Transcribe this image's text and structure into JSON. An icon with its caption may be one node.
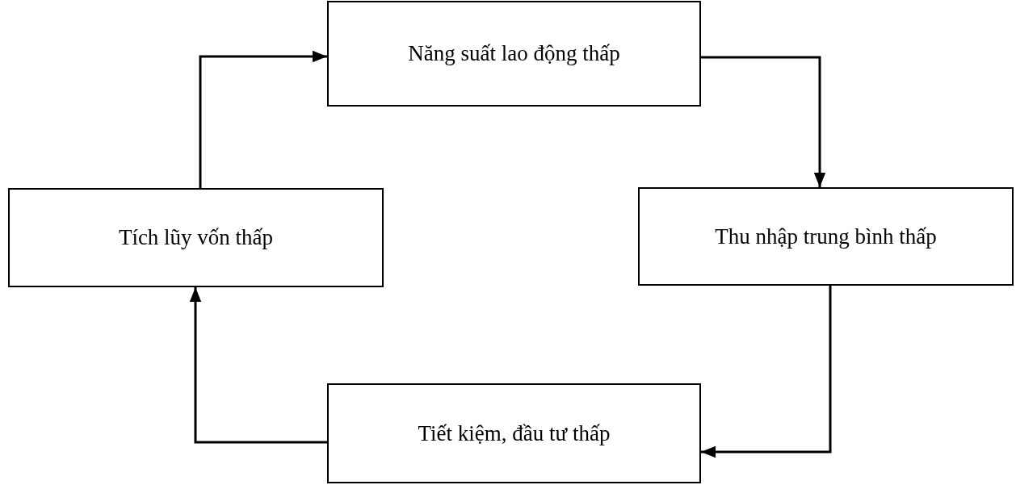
{
  "diagram": {
    "nodes": [
      {
        "text": [
          "Năng suất lao động thấp"
        ]
      },
      {
        "text": [
          "Tích lũy vốn thấp"
        ]
      },
      {
        "text": [
          "Thu nhập trung bình thấp"
        ]
      },
      {
        "text": [
          "Tiết kiệm, đầu tư thấp"
        ]
      }
    ],
    "edges": [
      {
        "from": 0,
        "to": 2,
        "arrow": "to"
      },
      {
        "from": 2,
        "to": 3,
        "arrow": "to"
      },
      {
        "from": 3,
        "to": 1,
        "arrow": "to"
      },
      {
        "from": 1,
        "to": 0,
        "arrow": "to"
      }
    ]
  }
}
